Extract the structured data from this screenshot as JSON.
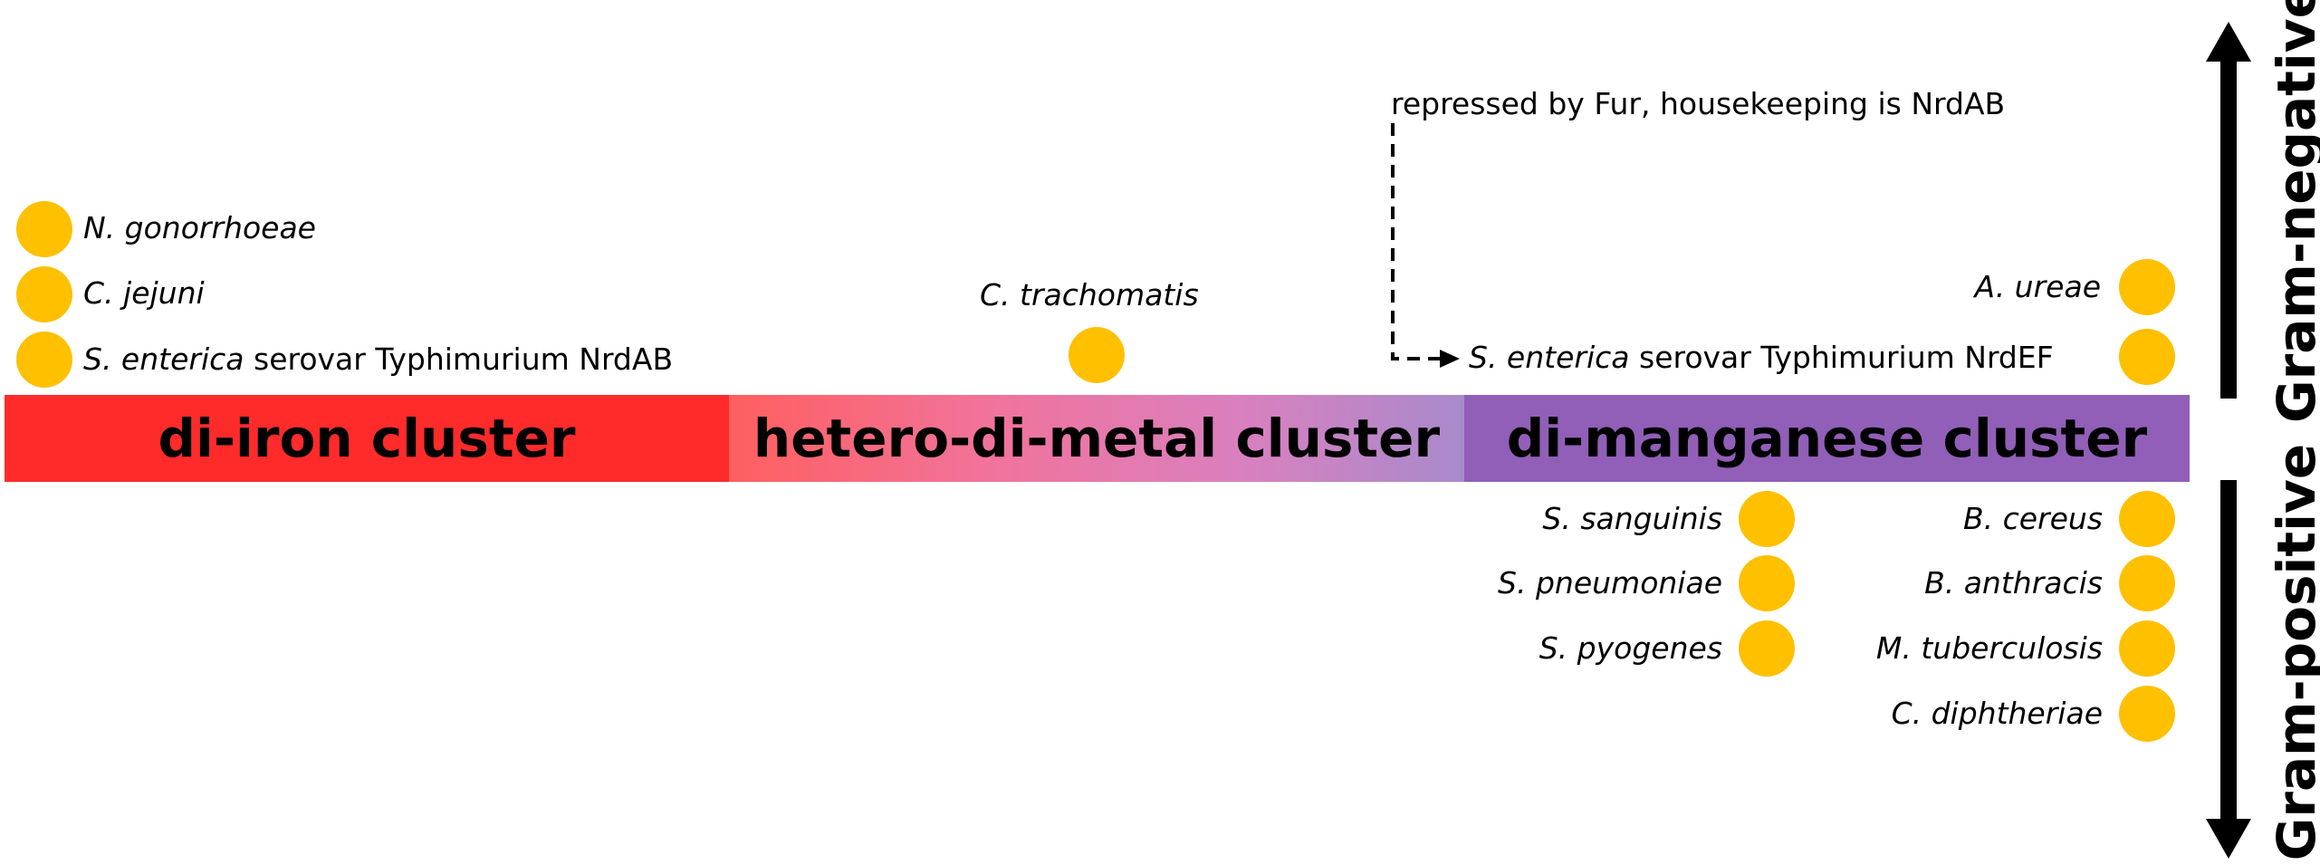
{
  "colors": {
    "di_iron": "#FF2B2B",
    "di_manganese": "#915FB8",
    "organism_dot": "#FFC000"
  },
  "clusters": {
    "di_iron": "di-iron cluster",
    "hetero": "hetero-di-metal cluster",
    "di_manganese": "di-manganese cluster"
  },
  "axis": {
    "gram_negative": "Gram-negative",
    "gram_positive": "Gram-positive"
  },
  "annotation": {
    "note": "repressed by Fur, housekeeping is NrdAB"
  },
  "organisms": {
    "n_gonorrhoeae": "N. gonorrhoeae",
    "c_jejuni": "C. jejuni",
    "s_enterica_ab_species": "S. enterica",
    "s_enterica_ab_suffix": "serovar Typhimurium NrdAB",
    "c_trachomatis": "C. trachomatis",
    "a_ureae": "A. ureae",
    "s_enterica_ef_species": "S. enterica",
    "s_enterica_ef_suffix": "serovar Typhimurium NrdEF",
    "s_sanguinis": "S. sanguinis",
    "s_pneumoniae": "S. pneumoniae",
    "s_pyogenes": "S. pyogenes",
    "b_cereus": "B. cereus",
    "b_anthracis": "B. anthracis",
    "m_tuberculosis": "M. tuberculosis",
    "c_diphtheriae": "C. diphtheriae"
  }
}
